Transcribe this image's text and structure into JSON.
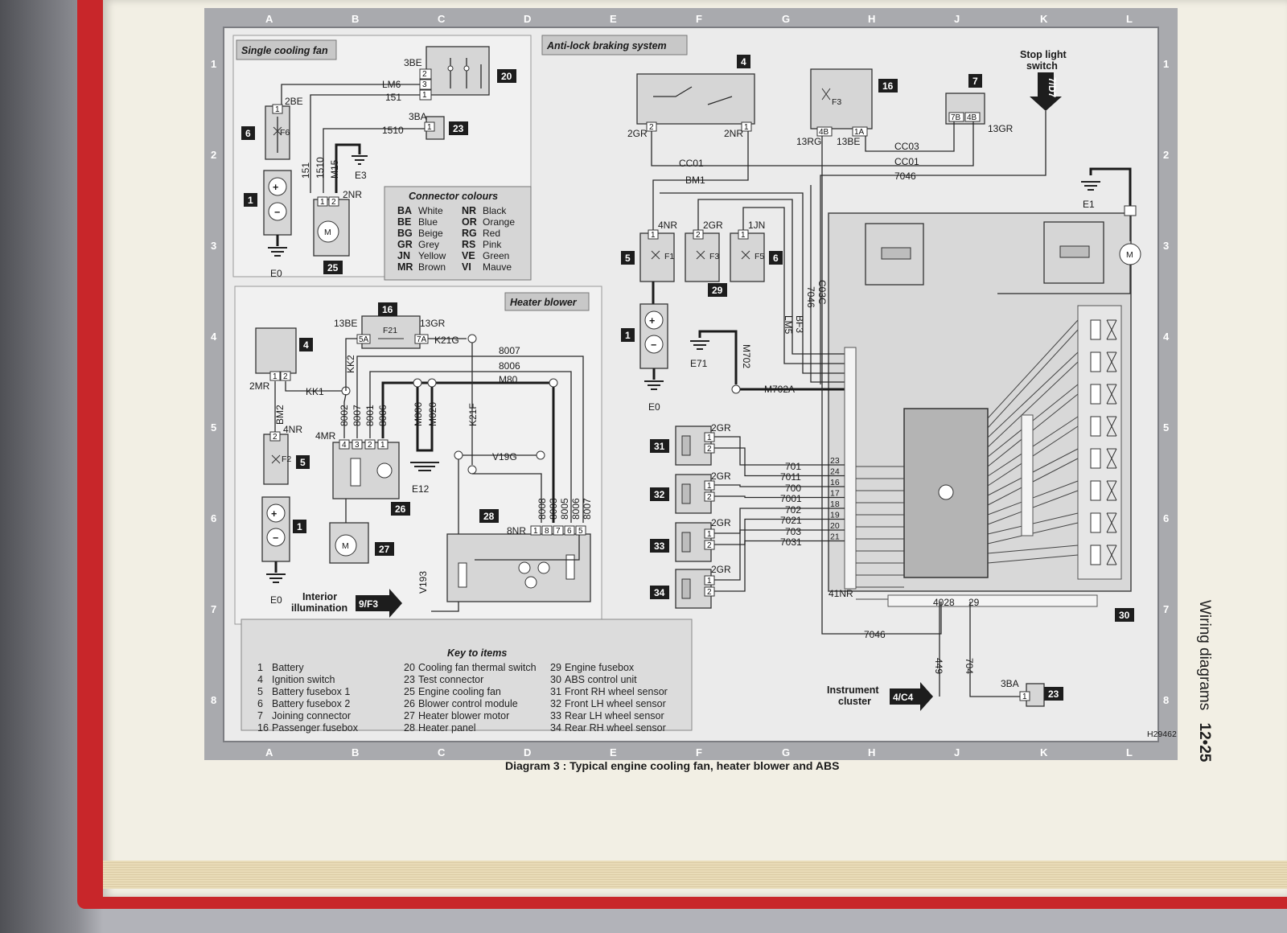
{
  "page": {
    "side_title": "Wiring diagrams",
    "page_number": "12•25",
    "caption": "Diagram 3 : Typical engine cooling fan, heater blower and ABS",
    "drawing_ref": "H29462"
  },
  "grid": {
    "cols": [
      "A",
      "B",
      "C",
      "D",
      "E",
      "F",
      "G",
      "H",
      "J",
      "K",
      "L"
    ],
    "rows": [
      "1",
      "2",
      "3",
      "4",
      "5",
      "6",
      "7",
      "8"
    ]
  },
  "sections": {
    "cooling_fan": "Single cooling fan",
    "abs": "Anti-lock braking system",
    "heater": "Heater blower"
  },
  "connector_colours": {
    "title": "Connector colours",
    "entries": [
      {
        "code": "BA",
        "name": "White"
      },
      {
        "code": "NR",
        "name": "Black"
      },
      {
        "code": "BE",
        "name": "Blue"
      },
      {
        "code": "OR",
        "name": "Orange"
      },
      {
        "code": "BG",
        "name": "Beige"
      },
      {
        "code": "RG",
        "name": "Red"
      },
      {
        "code": "GR",
        "name": "Grey"
      },
      {
        "code": "RS",
        "name": "Pink"
      },
      {
        "code": "JN",
        "name": "Yellow"
      },
      {
        "code": "VE",
        "name": "Green"
      },
      {
        "code": "MR",
        "name": "Brown"
      },
      {
        "code": "VI",
        "name": "Mauve"
      }
    ]
  },
  "key": {
    "title": "Key to items",
    "items": [
      {
        "num": "1",
        "name": "Battery"
      },
      {
        "num": "4",
        "name": "Ignition switch"
      },
      {
        "num": "5",
        "name": "Battery fusebox 1"
      },
      {
        "num": "6",
        "name": "Battery fusebox 2"
      },
      {
        "num": "7",
        "name": "Joining connector"
      },
      {
        "num": "16",
        "name": "Passenger fusebox"
      },
      {
        "num": "20",
        "name": "Cooling fan thermal switch"
      },
      {
        "num": "23",
        "name": "Test connector"
      },
      {
        "num": "25",
        "name": "Engine cooling fan"
      },
      {
        "num": "26",
        "name": "Blower control module"
      },
      {
        "num": "27",
        "name": "Heater blower motor"
      },
      {
        "num": "28",
        "name": "Heater panel"
      },
      {
        "num": "29",
        "name": "Engine fusebox"
      },
      {
        "num": "30",
        "name": "ABS control unit"
      },
      {
        "num": "31",
        "name": "Front RH wheel sensor"
      },
      {
        "num": "32",
        "name": "Front LH wheel sensor"
      },
      {
        "num": "33",
        "name": "Rear LH wheel sensor"
      },
      {
        "num": "34",
        "name": "Rear RH wheel sensor"
      }
    ]
  },
  "refs": {
    "stop_light_1": "Stop light",
    "stop_light_2": "switch",
    "stop_light_ref": "7/D7",
    "interior_1": "Interior",
    "interior_2": "illumination",
    "interior_ref": "9/F3",
    "instrument_1": "Instrument",
    "instrument_2": "cluster",
    "instrument_ref": "4/C4"
  },
  "labels": {
    "e0": "E0",
    "e1": "E1",
    "e3": "E3",
    "e12": "E12",
    "e71": "E71",
    "lm6": "LM6",
    "w151": "151",
    "w1510": "1510",
    "m15": "M15",
    "c3be": "3BE",
    "c2be": "2BE",
    "c3ba": "3BA",
    "c2nr": "2NR",
    "f6": "F6",
    "f3": "F3",
    "f1": "F1",
    "f5": "F5",
    "f2": "F2",
    "f21": "F21",
    "cc01": "CC01",
    "cc03": "CC03",
    "bm1": "BM1",
    "w7046": "7046",
    "c2gr": "2GR",
    "c4nr": "4NR",
    "c1jn": "1JN",
    "c4b": "4B",
    "c1a": "1A",
    "c7b": "7B",
    "c13rg": "13RG",
    "c13be": "13BE",
    "c13gr": "13GR",
    "lm5": "LM5",
    "bf3": "BF3",
    "c03c": "C03C",
    "m702": "M702",
    "m702a": "M702A",
    "c5a": "5A",
    "c7a": "7A",
    "k21g": "K21G",
    "kk2": "KK2",
    "kk1": "KK1",
    "c2mr": "2MR",
    "bm2": "BM2",
    "c4mr": "4MR",
    "w8007": "8007",
    "w8006": "8006",
    "w8002": "8002",
    "w8001": "8001",
    "m80": "M80",
    "m806": "M806",
    "m020": "M020",
    "k21f": "K21F",
    "v19g": "V19G",
    "v193": "V193",
    "w8008": "8008",
    "w8003": "8003",
    "w8005": "8005",
    "c8nr": "8NR",
    "w701": "701",
    "w7011": "7011",
    "w700": "700",
    "w7001": "7001",
    "w702": "702",
    "w7021": "7021",
    "w703": "703",
    "w7031": "7031",
    "c41nr": "41NR",
    "w449": "449",
    "w704": "704",
    "c4028": "4028",
    "c29": "29"
  }
}
